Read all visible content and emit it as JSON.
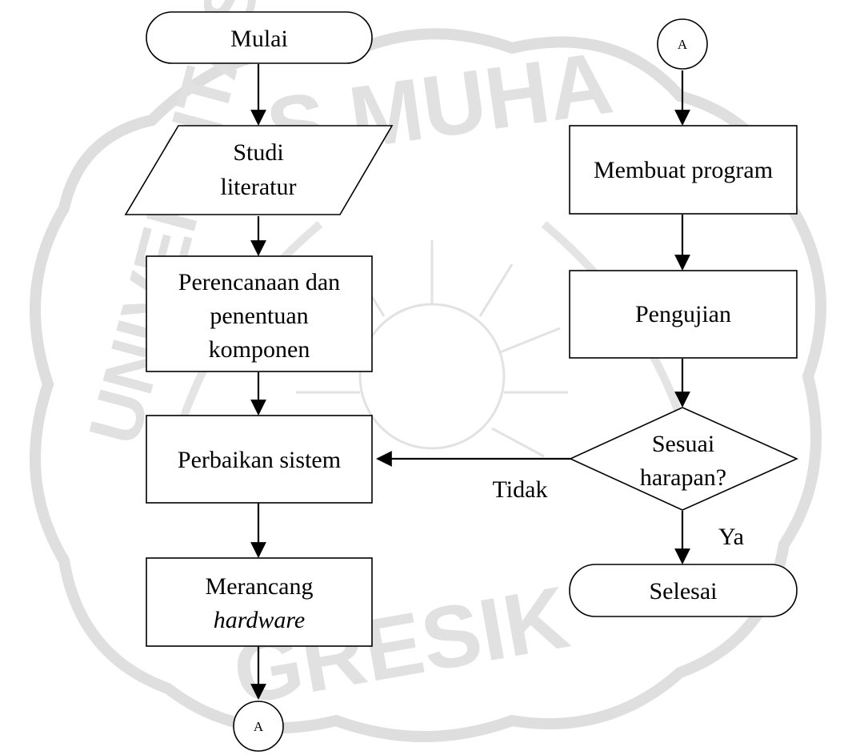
{
  "flowchart": {
    "start": "Mulai",
    "literature": [
      "Studi",
      "literatur"
    ],
    "planning": [
      "Perencanaan dan",
      "penentuan",
      "komponen"
    ],
    "repair": "Perbaikan sistem",
    "hardware": [
      "Merancang",
      "hardware"
    ],
    "connector_bottom": "A",
    "connector_top": "A",
    "program": "Membuat program",
    "testing": "Pengujian",
    "decision": [
      "Sesuai",
      "harapan?"
    ],
    "no_label": "Tidak",
    "yes_label": "Ya",
    "end": "Selesai"
  },
  "watermark": {
    "top_text": "S MUHA",
    "bottom_text": "GRESIK",
    "left_text": "UNIVERSITAS"
  }
}
